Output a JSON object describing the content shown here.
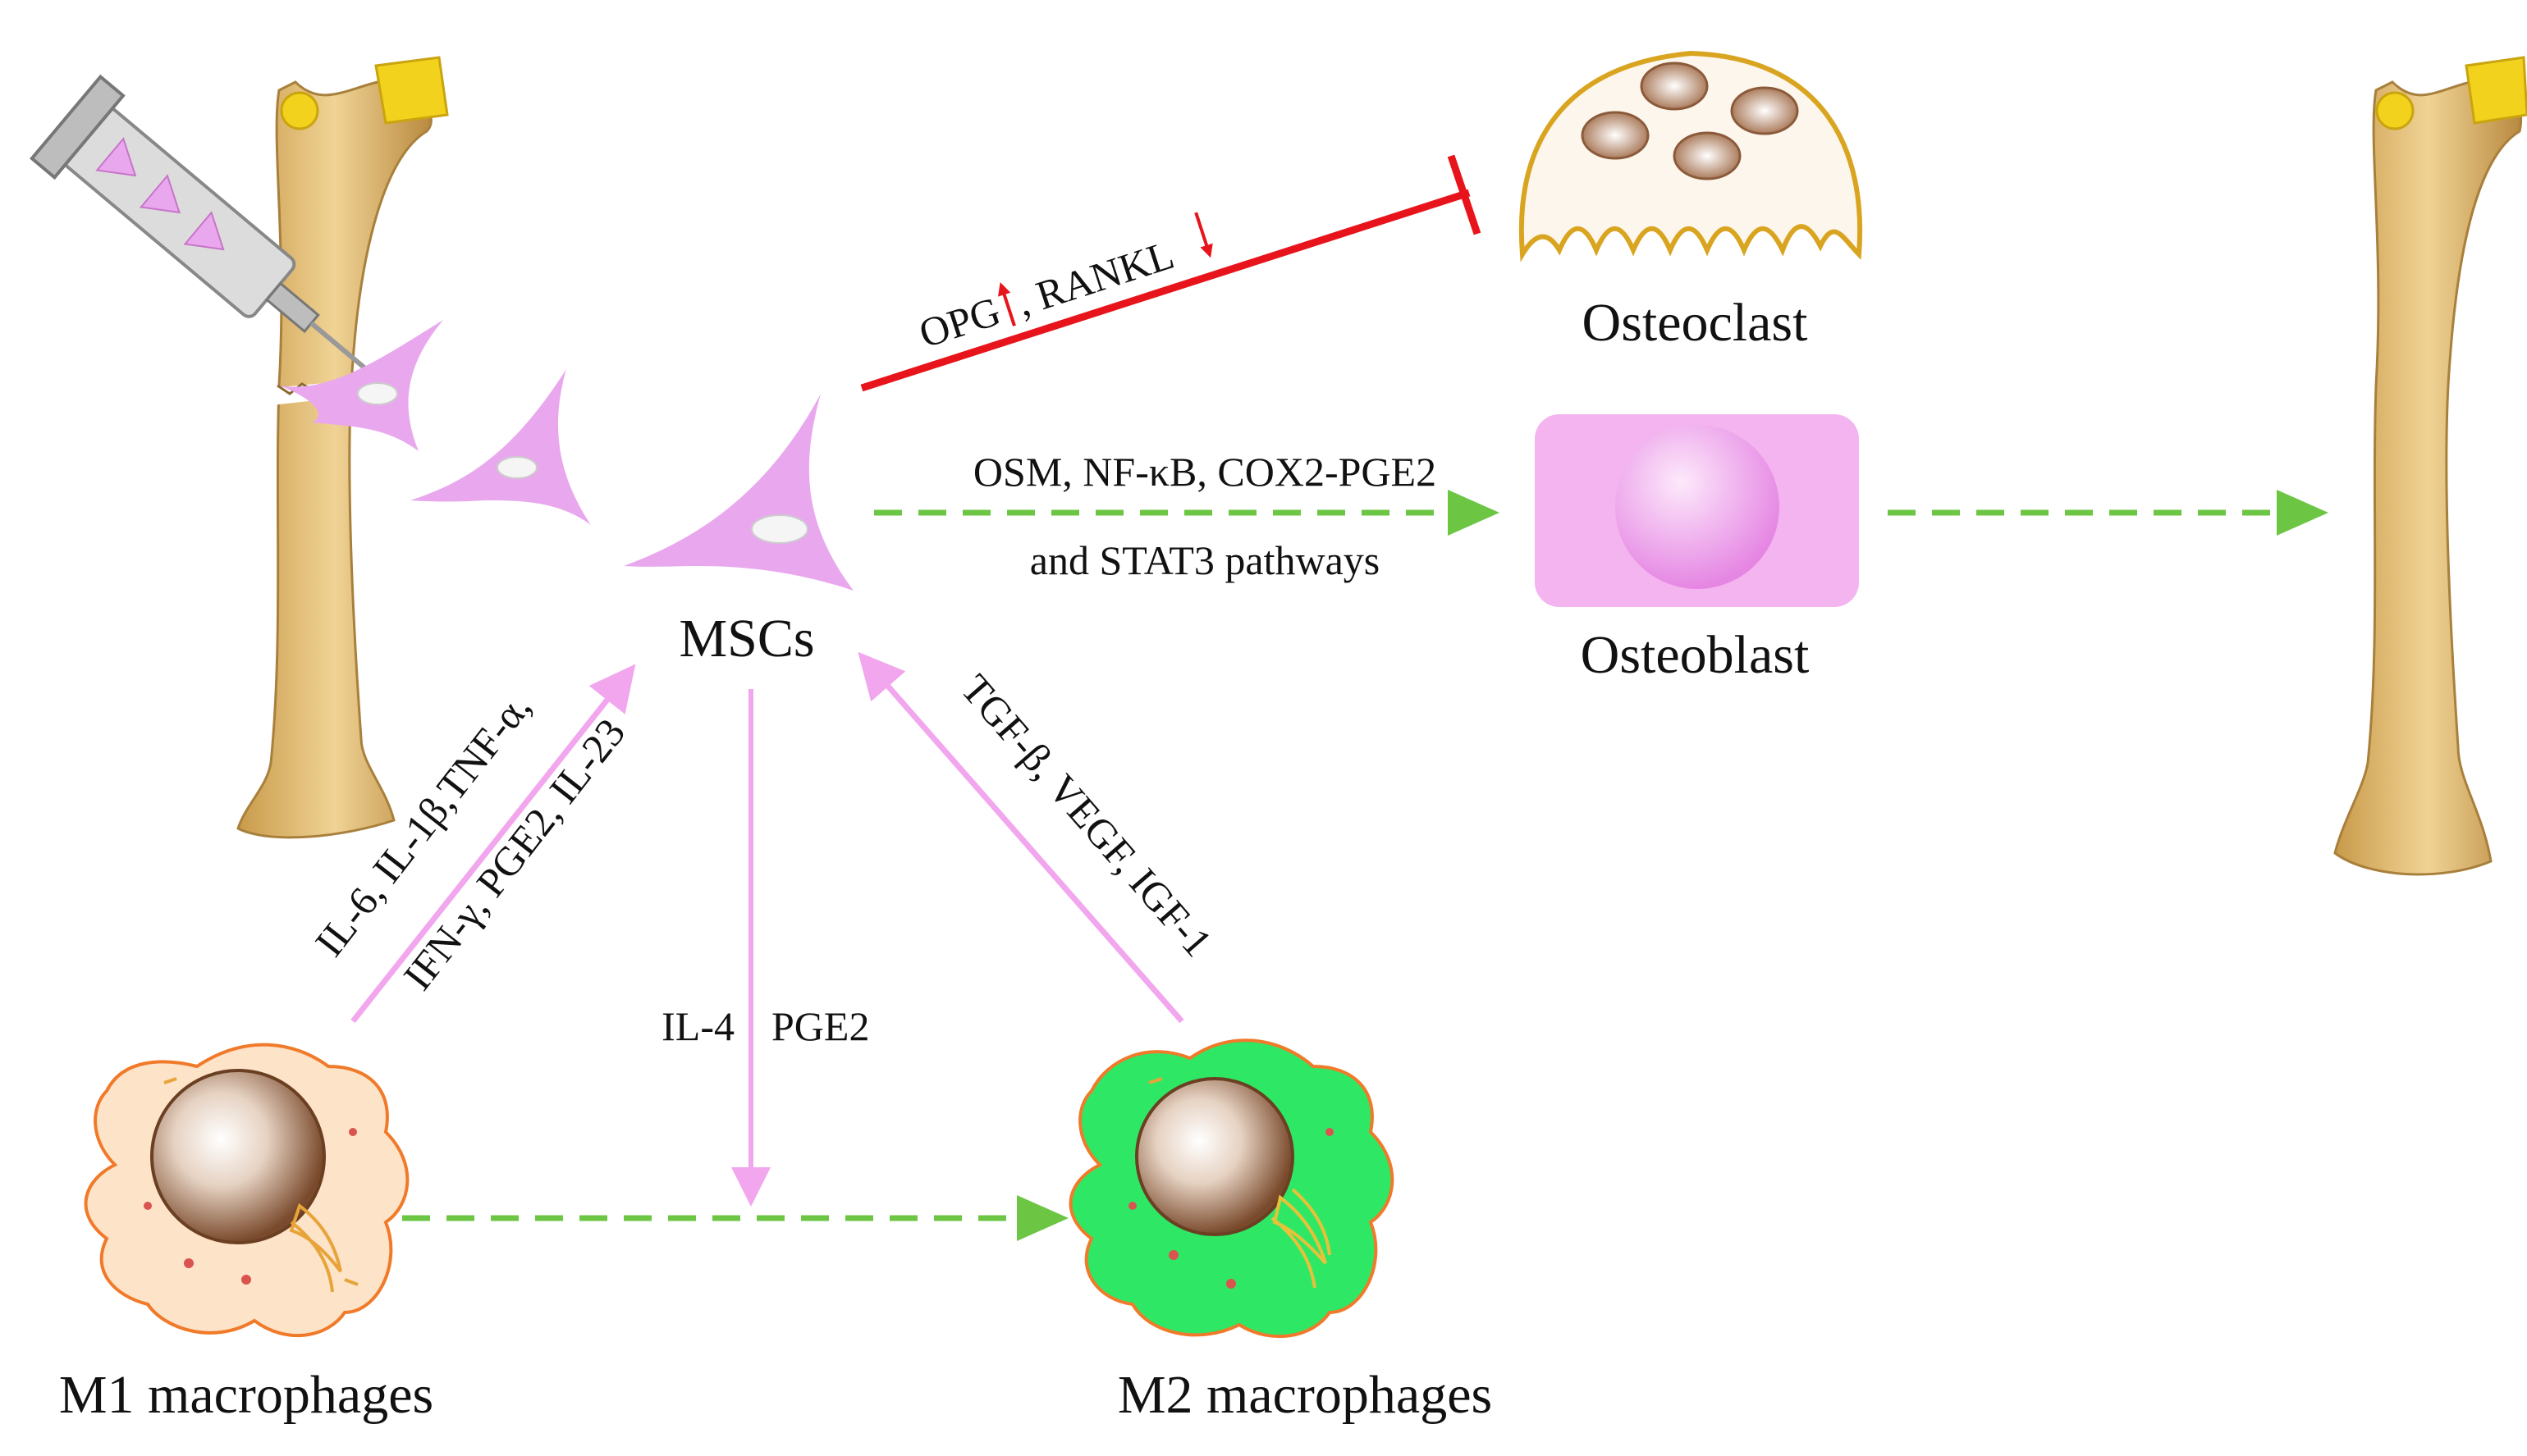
{
  "labels": {
    "mscs": "MSCs",
    "osteoclast": "Osteoclast",
    "osteoblast": "Osteoblast",
    "m1": "M1 macrophages",
    "m2": "M2 macrophages"
  },
  "pathways": {
    "inhibit_opg": "OPG",
    "inhibit_rankl": ", RANKL",
    "osteoblast_line1": "OSM, NF-κB, COX2-PGE2",
    "osteoblast_line2": "and STAT3  pathways",
    "m1_to_msc_line1": "IL-6,  IL-1β,TNF-α,",
    "m1_to_msc_line2": "IFN-γ, PGE2, IL-23",
    "msc_down_left": "IL-4",
    "msc_down_right": "PGE2",
    "m2_to_msc": "TGF-β, VEGF, IGF-1"
  },
  "colors": {
    "inhibit": "#e8141b",
    "dashed_green": "#6cc644",
    "pink_arrow": "#f2a6ee",
    "msc_fill": "#e9a8ee",
    "bone": "#e4c07a",
    "bone_head": "#f2d21c",
    "osteoclast_stroke": "#d9a520",
    "osteoblast_fill": "#f4b4ef",
    "m1_fill": "#fde3c8",
    "m2_fill": "#2ee865",
    "nucleus": "#8a5a3a"
  },
  "icons": [
    "bone-icon",
    "syringe-icon",
    "msc-cell-icon",
    "osteoclast-icon",
    "osteoblast-icon",
    "m1-macrophage-icon",
    "m2-macrophage-icon"
  ]
}
